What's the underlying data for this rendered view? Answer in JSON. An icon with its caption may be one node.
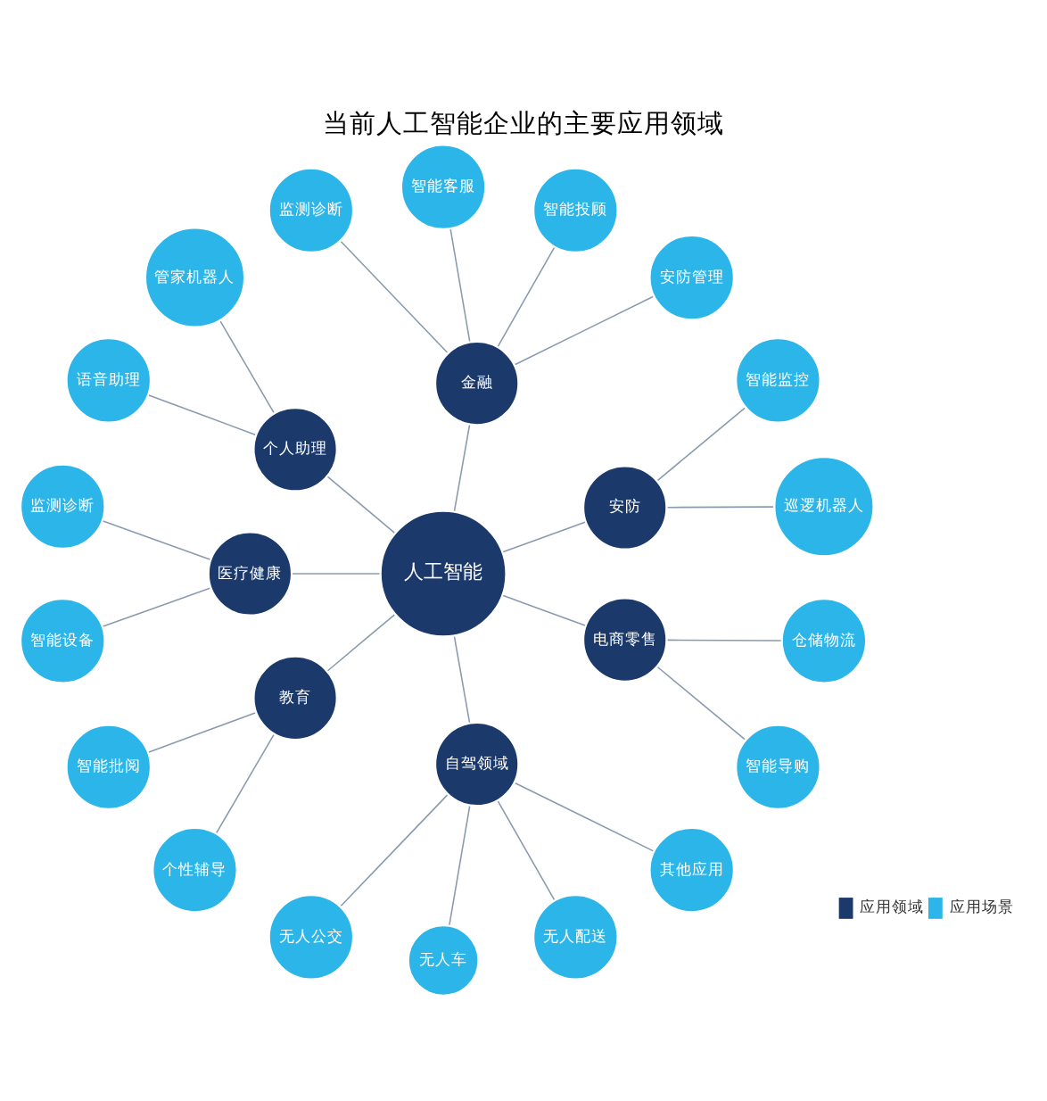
{
  "diagram": {
    "title": "当前人工智能企业的主要应用领域",
    "nodes": [
      {
        "text": [
          "人工智能"
        ]
      },
      {
        "text": [
          "安防"
        ]
      },
      {
        "text": [
          "巡逻机器人"
        ]
      },
      {
        "text": [
          "智能监控"
        ]
      },
      {
        "text": [
          "金融"
        ]
      },
      {
        "text": [
          "安防管理"
        ]
      },
      {
        "text": [
          "智能投顾"
        ]
      },
      {
        "text": [
          "智能客服"
        ]
      },
      {
        "text": [
          "监测诊断"
        ]
      },
      {
        "text": [
          "个人助理"
        ]
      },
      {
        "text": [
          "管家机器人"
        ]
      },
      {
        "text": [
          "语音助理"
        ]
      },
      {
        "text": [
          "医疗健康"
        ]
      },
      {
        "text": [
          "监测诊断"
        ]
      },
      {
        "text": [
          "智能设备"
        ]
      },
      {
        "text": [
          "教育"
        ]
      },
      {
        "text": [
          "智能批阅"
        ]
      },
      {
        "text": [
          "个性辅导"
        ]
      },
      {
        "text": [
          "自驾领域"
        ]
      },
      {
        "text": [
          "无人公交"
        ]
      },
      {
        "text": [
          "无人车"
        ]
      },
      {
        "text": [
          "无人配送"
        ]
      },
      {
        "text": [
          "其他应用"
        ]
      },
      {
        "text": [
          "电商零售"
        ]
      },
      {
        "text": [
          "智能导购"
        ]
      },
      {
        "text": [
          "仓储物流"
        ]
      }
    ],
    "edges": [
      {
        "from": 0,
        "to": 1,
        "arrow": "none"
      },
      {
        "from": 1,
        "to": 2,
        "arrow": "none"
      },
      {
        "from": 1,
        "to": 3,
        "arrow": "none"
      },
      {
        "from": 0,
        "to": 4,
        "arrow": "none"
      },
      {
        "from": 4,
        "to": 5,
        "arrow": "none"
      },
      {
        "from": 4,
        "to": 6,
        "arrow": "none"
      },
      {
        "from": 4,
        "to": 7,
        "arrow": "none"
      },
      {
        "from": 4,
        "to": 8,
        "arrow": "none"
      },
      {
        "from": 0,
        "to": 9,
        "arrow": "none"
      },
      {
        "from": 9,
        "to": 10,
        "arrow": "none"
      },
      {
        "from": 9,
        "to": 11,
        "arrow": "none"
      },
      {
        "from": 0,
        "to": 12,
        "arrow": "none"
      },
      {
        "from": 12,
        "to": 13,
        "arrow": "none"
      },
      {
        "from": 12,
        "to": 14,
        "arrow": "none"
      },
      {
        "from": 0,
        "to": 15,
        "arrow": "none"
      },
      {
        "from": 15,
        "to": 16,
        "arrow": "none"
      },
      {
        "from": 15,
        "to": 17,
        "arrow": "none"
      },
      {
        "from": 0,
        "to": 18,
        "arrow": "none"
      },
      {
        "from": 18,
        "to": 19,
        "arrow": "none"
      },
      {
        "from": 18,
        "to": 20,
        "arrow": "none"
      },
      {
        "from": 18,
        "to": 21,
        "arrow": "none"
      },
      {
        "from": 18,
        "to": 22,
        "arrow": "none"
      },
      {
        "from": 0,
        "to": 23,
        "arrow": "none"
      },
      {
        "from": 23,
        "to": 24,
        "arrow": "none"
      },
      {
        "from": 23,
        "to": 25,
        "arrow": "none"
      }
    ],
    "legend": [
      {
        "text": "应用领域",
        "color": "#1b3a6b"
      },
      {
        "text": "应用场景",
        "color": "#2bb5e8"
      }
    ]
  }
}
